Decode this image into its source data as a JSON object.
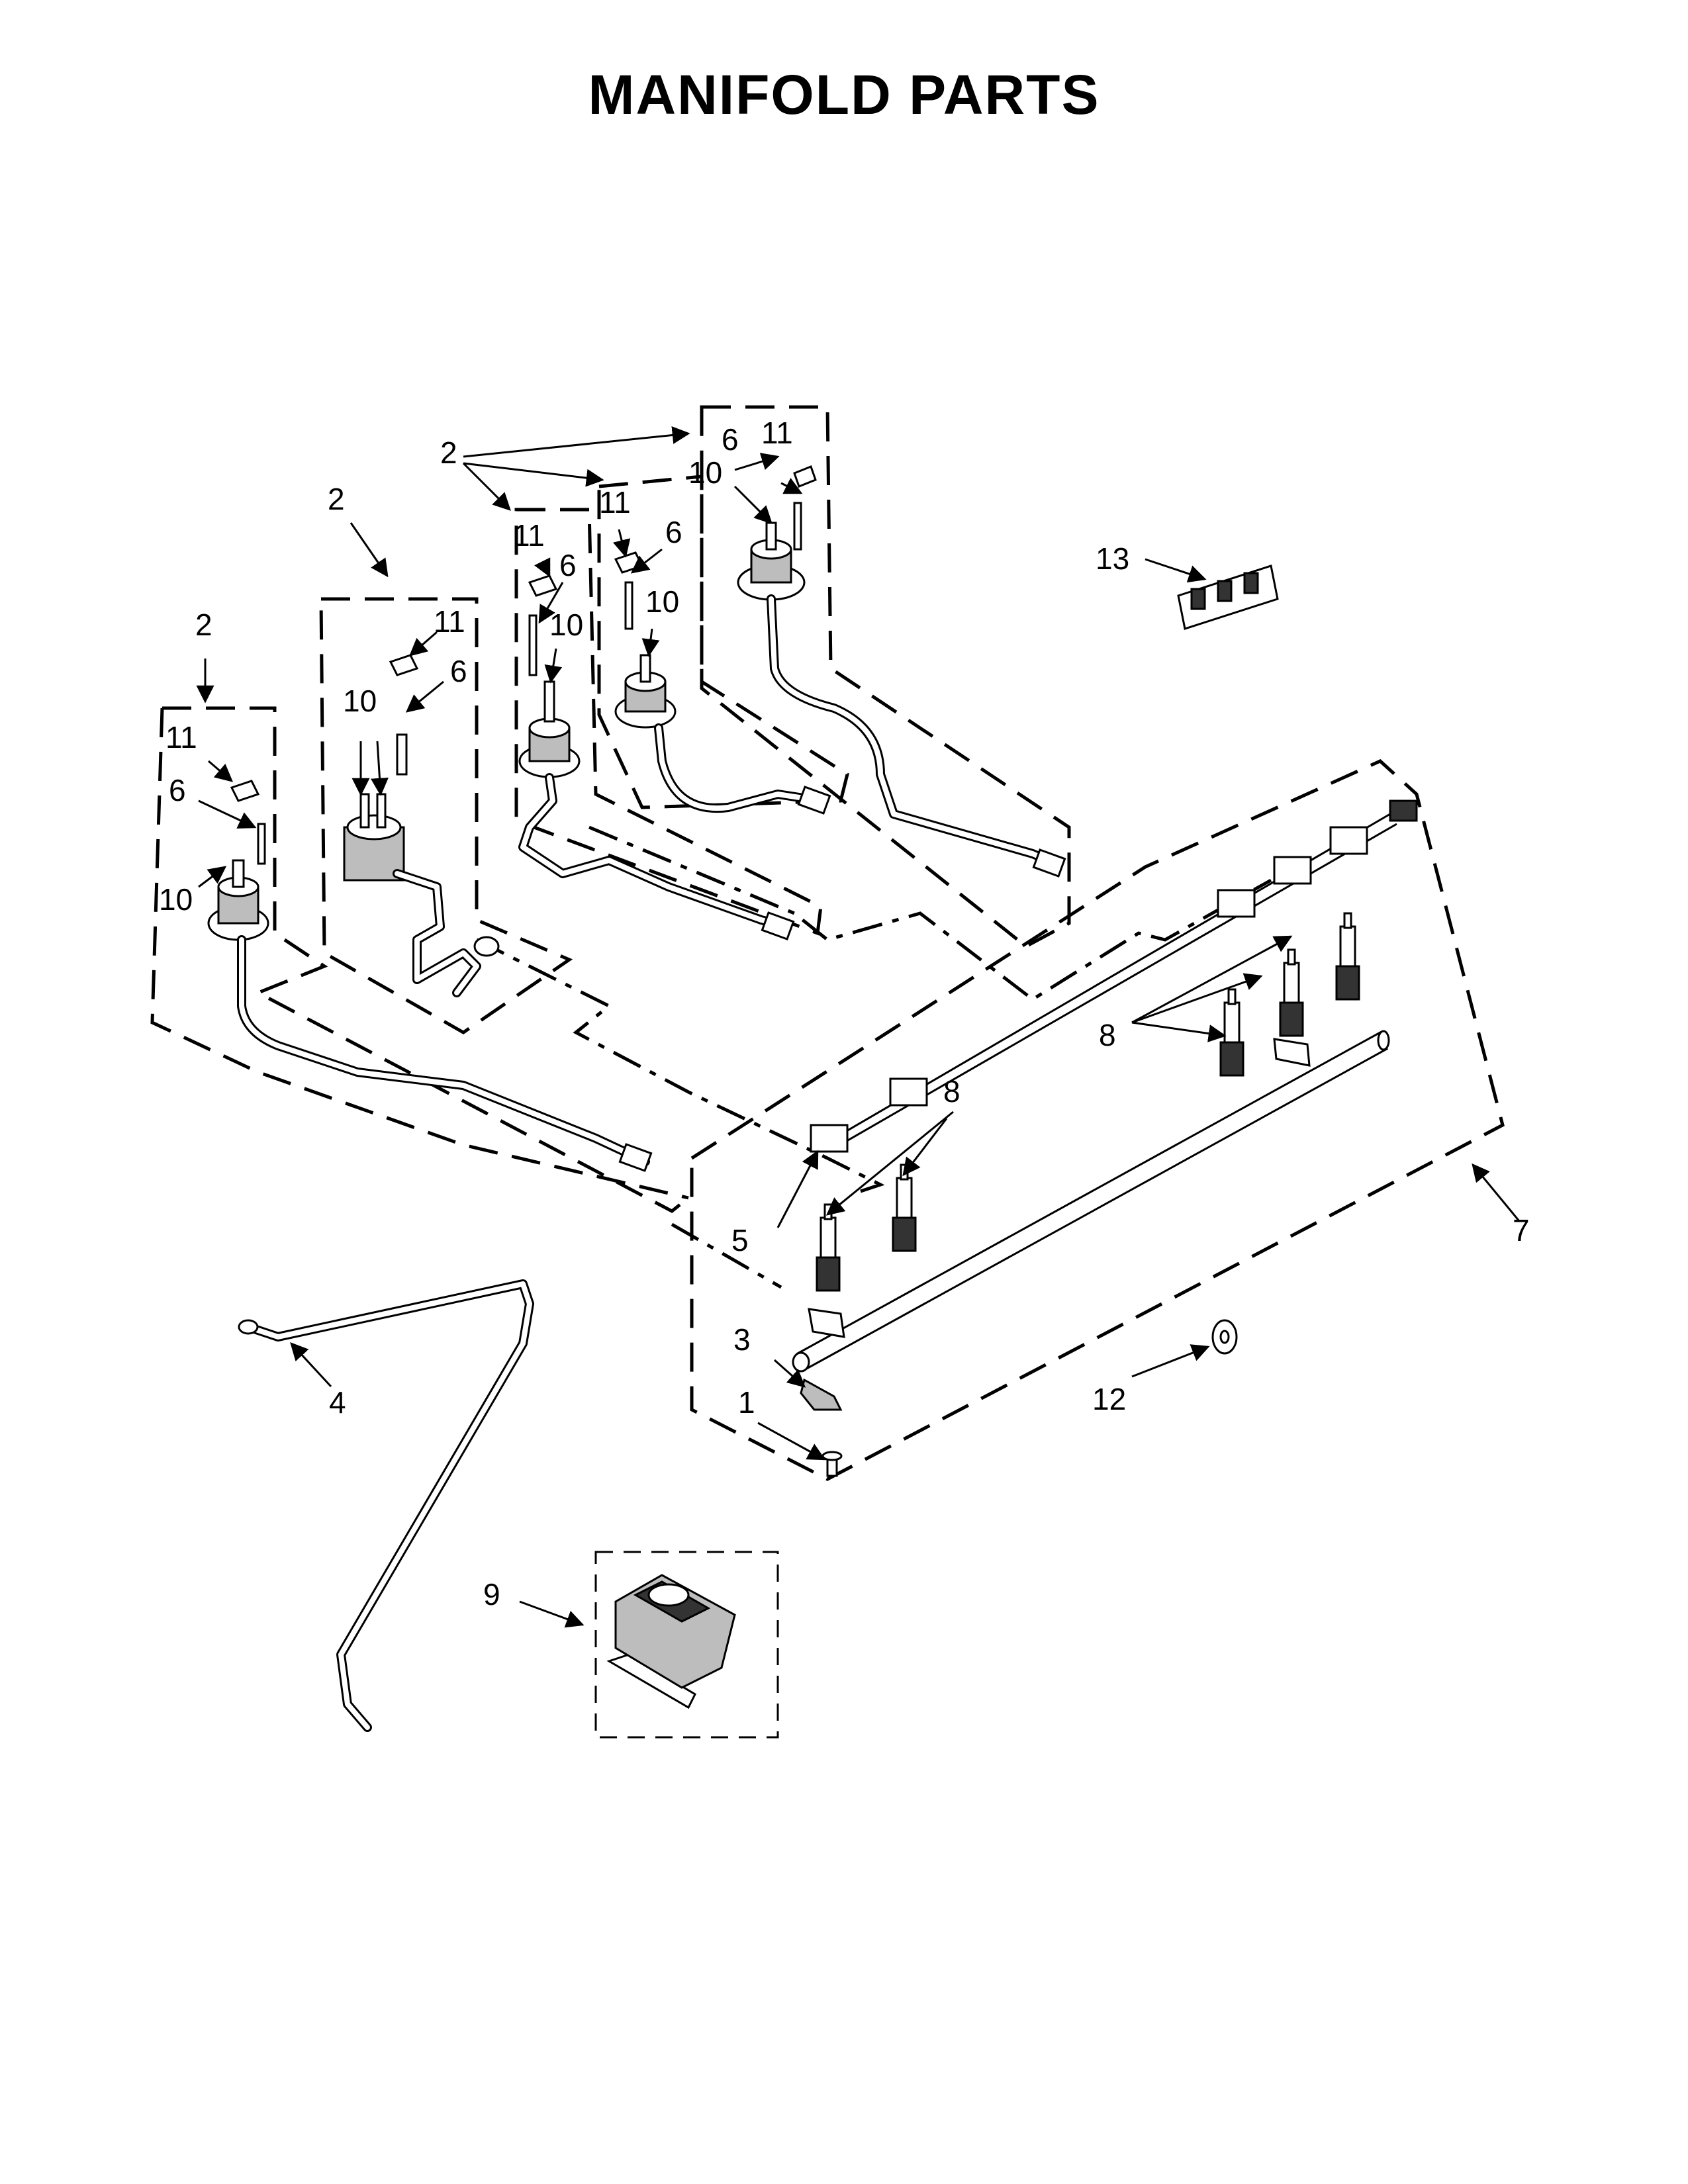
{
  "title": "MANIFOLD PARTS",
  "callouts": [
    {
      "id": "c-2a",
      "text": "2"
    },
    {
      "id": "c-2b",
      "text": "2"
    },
    {
      "id": "c-2c",
      "text": "2"
    },
    {
      "id": "c-11a",
      "text": "11"
    },
    {
      "id": "c-6a",
      "text": "6"
    },
    {
      "id": "c-10a",
      "text": "10"
    },
    {
      "id": "c-11b",
      "text": "11"
    },
    {
      "id": "c-6b",
      "text": "6"
    },
    {
      "id": "c-10b",
      "text": "10"
    },
    {
      "id": "c-11c",
      "text": "11"
    },
    {
      "id": "c-6c",
      "text": "6"
    },
    {
      "id": "c-10c",
      "text": "10"
    },
    {
      "id": "c-11d",
      "text": "11"
    },
    {
      "id": "c-6d",
      "text": "6"
    },
    {
      "id": "c-10d",
      "text": "10"
    },
    {
      "id": "c-11e",
      "text": "11"
    },
    {
      "id": "c-6e",
      "text": "6"
    },
    {
      "id": "c-10e",
      "text": "10"
    },
    {
      "id": "c-13",
      "text": "13"
    },
    {
      "id": "c-8a",
      "text": "8"
    },
    {
      "id": "c-8b",
      "text": "8"
    },
    {
      "id": "c-5",
      "text": "5"
    },
    {
      "id": "c-7",
      "text": "7"
    },
    {
      "id": "c-3",
      "text": "3"
    },
    {
      "id": "c-1",
      "text": "1"
    },
    {
      "id": "c-12",
      "text": "12"
    },
    {
      "id": "c-4",
      "text": "4"
    },
    {
      "id": "c-9",
      "text": "9"
    }
  ]
}
